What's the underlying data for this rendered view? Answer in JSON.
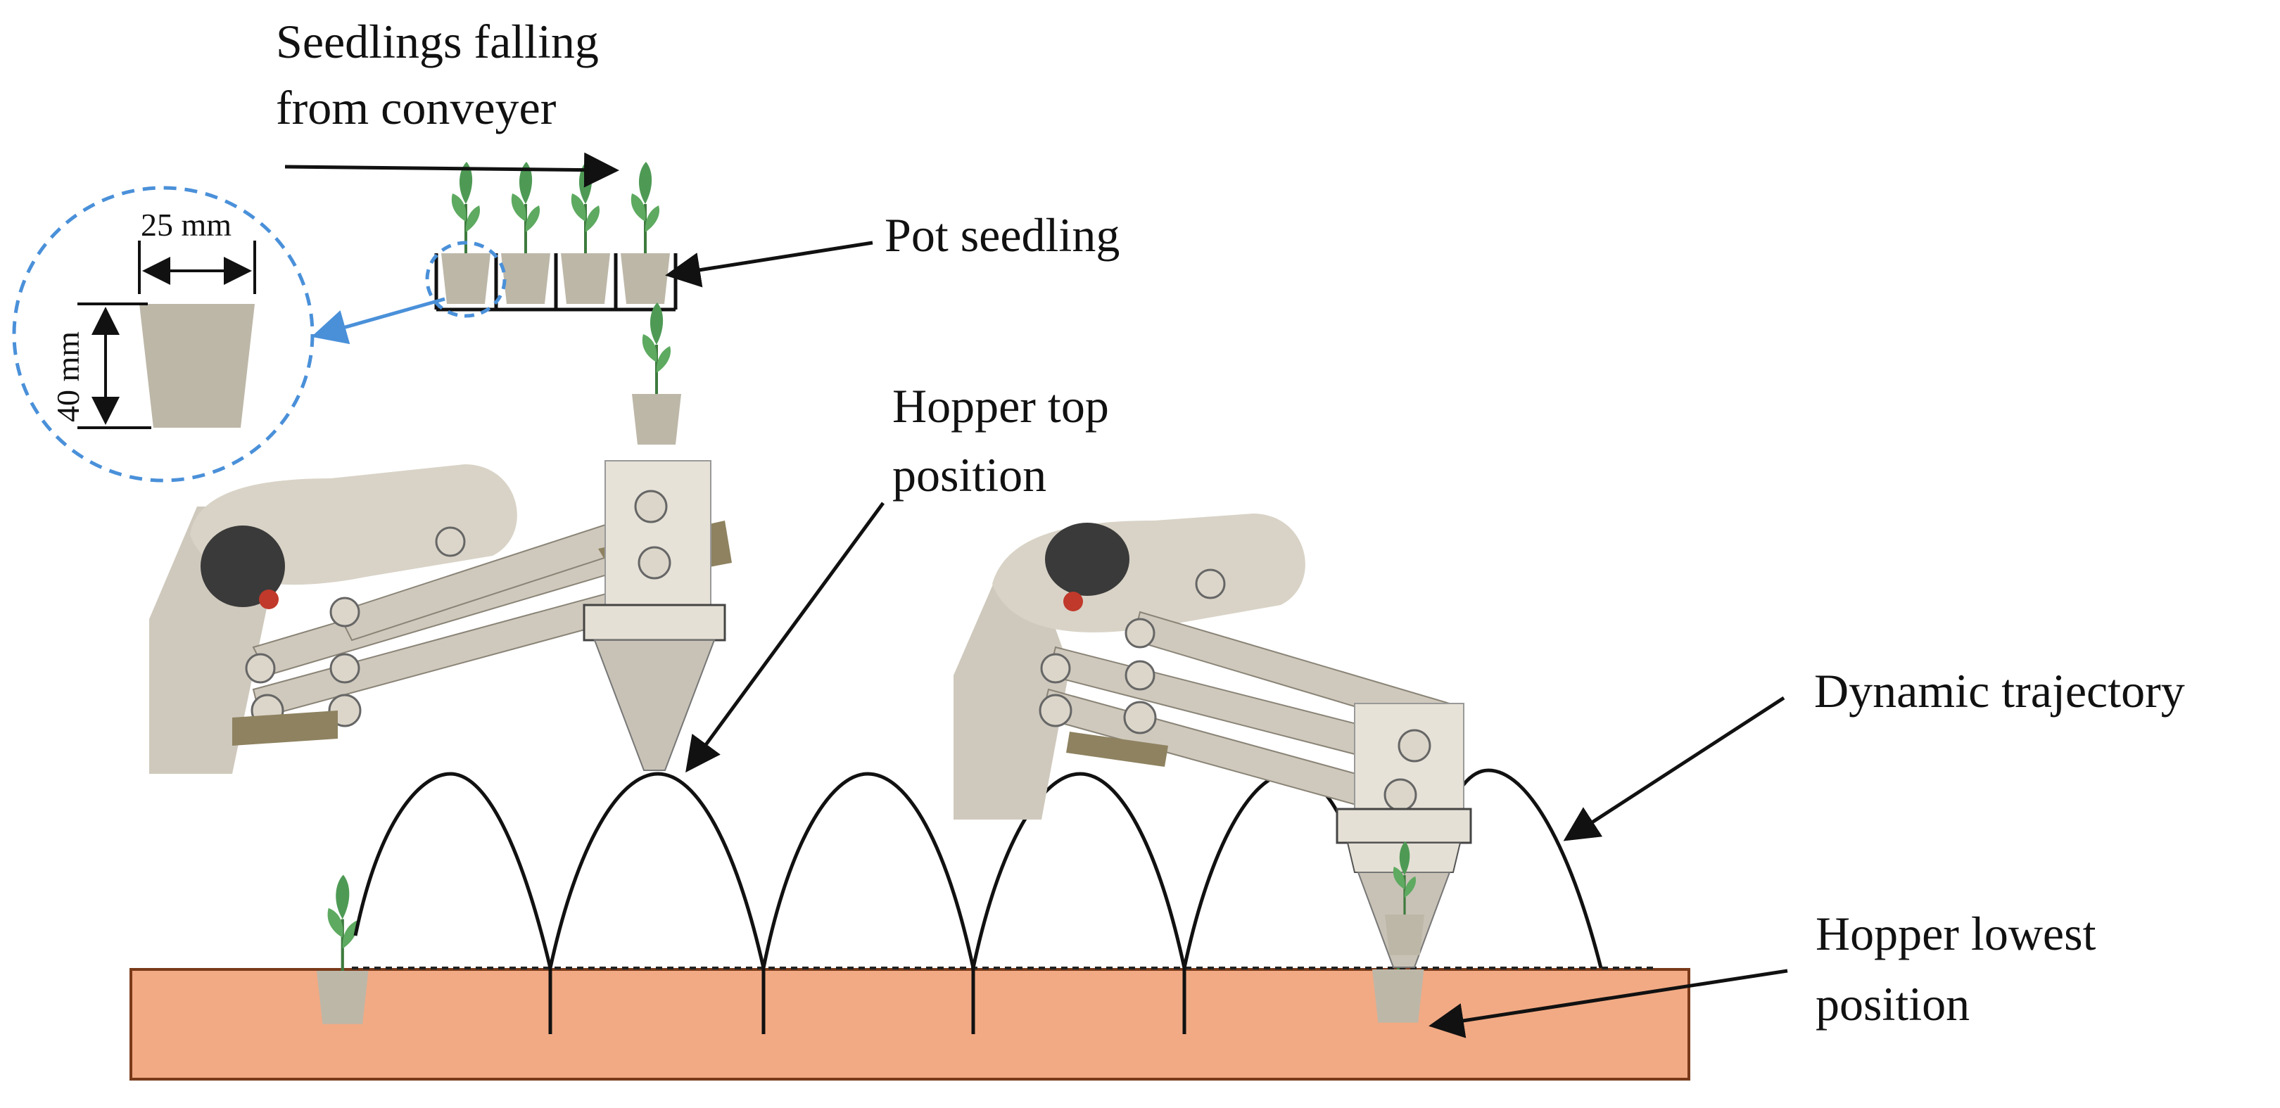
{
  "labels": {
    "seedlings_falling_line1": "Seedlings falling",
    "seedlings_falling_line2": "from conveyer",
    "pot_seedling": "Pot seedling",
    "hopper_top_line1": "Hopper top",
    "hopper_top_line2": "position",
    "dynamic_trajectory": "Dynamic trajectory",
    "hopper_lowest_line1": "Hopper lowest",
    "hopper_lowest_line2": "position",
    "dim_width": "25 mm",
    "dim_height": "40 mm"
  },
  "colors": {
    "soil": "#F2AA84",
    "soil_border": "#7A3A1A",
    "pot": "#BDB7A8",
    "machine_light": "#D9D3C7",
    "machine_dark": "#3A3A3A",
    "machine_belt": "#8E8260",
    "leaf": "#4E9A55",
    "dashed_circle": "#4A90D9",
    "ink": "#111111"
  }
}
